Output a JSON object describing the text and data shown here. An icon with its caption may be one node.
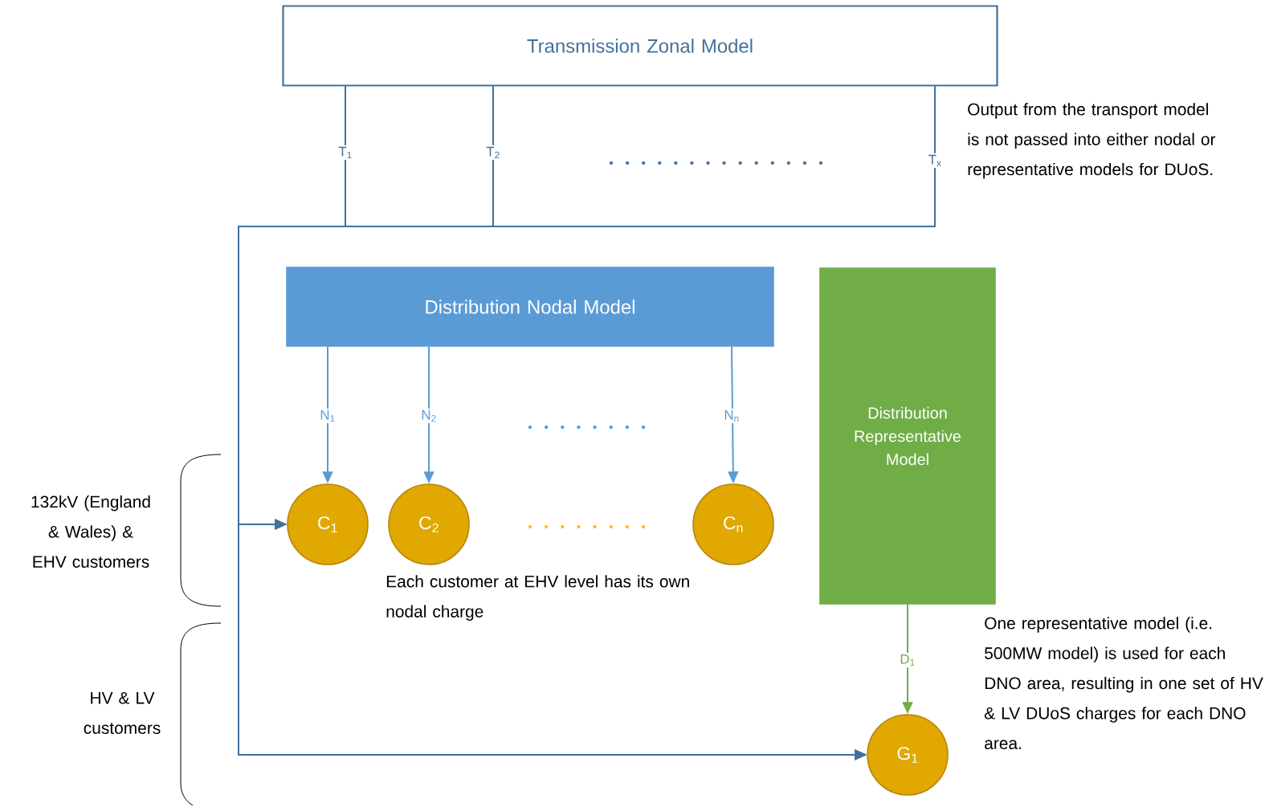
{
  "diagram": {
    "nodes": [
      {
        "text": [
          "Transmission Zonal Model"
        ]
      },
      {
        "text": [
          "Distribution Nodal Model"
        ]
      },
      {
        "text": [
          "Distribution Representative Model"
        ]
      },
      {
        "text": [
          "C$_{1}$"
        ]
      },
      {
        "text": [
          "C$_{2}$"
        ]
      },
      {
        "text": [
          "C$_{n}$"
        ]
      },
      {
        "text": [
          "G$_{1}$"
        ]
      }
    ],
    "edges": [
      {
        "from": 0,
        "to": 3,
        "arrow": "to",
        "label": "T$_{1}$"
      },
      {
        "from": 0,
        "to": 3,
        "arrow": "to",
        "label": "T$_{2}$"
      },
      {
        "from": 0,
        "to": 3,
        "arrow": "to",
        "label": "T$_{x}$"
      },
      {
        "from": 0,
        "to": 6,
        "arrow": "to"
      },
      {
        "from": 0,
        "to": 6,
        "arrow": "to"
      },
      {
        "from": 0,
        "to": 6,
        "arrow": "to"
      },
      {
        "from": 1,
        "to": 3,
        "arrow": "to",
        "label": "N$_{1}$",
        "color": "#5b9bd5"
      },
      {
        "from": 1,
        "to": 4,
        "arrow": "to",
        "label": "N$_{2}$",
        "color": "#5b9bd5"
      },
      {
        "from": 1,
        "to": 5,
        "arrow": "to",
        "label": "N$_{n}$",
        "color": "#5b9bd5"
      },
      {
        "from": 2,
        "to": 6,
        "arrow": "to",
        "label": "D$_{1}$",
        "color": "#70ad47"
      }
    ],
    "labels": [
      "Output from the transport model is not passed into either nodal or representative models for DUoS.",
      "132kV (England & Wales) & EHV customers",
      "Each customer at EHV level has its own nodal charge",
      "One representative model (i.e. 500MW model) is used for each DNO area, resulting in one set of HV & LV DUoS charges for each DNO area.",
      "HV & LV customers"
    ]
  }
}
